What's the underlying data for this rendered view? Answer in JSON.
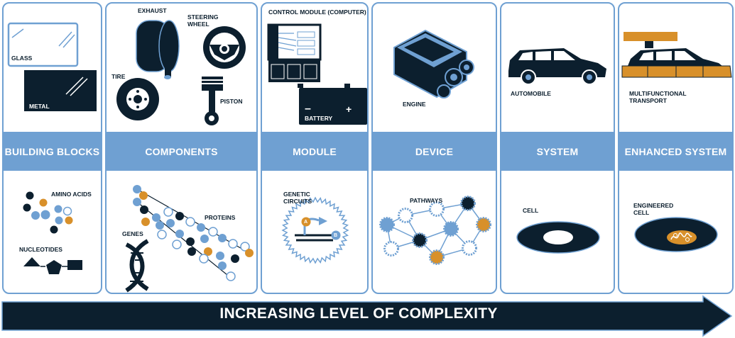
{
  "colors": {
    "navy": "#0c1f2e",
    "blue": "#6fa0d2",
    "orange": "#d8902a",
    "white": "#ffffff"
  },
  "columns": [
    {
      "id": "building-blocks",
      "title": "BUILDING BLOCKS",
      "top_labels": [
        "GLASS",
        "METAL"
      ],
      "bottom_labels": [
        "AMINO ACIDS",
        "NUCLEOTIDES"
      ]
    },
    {
      "id": "components",
      "title": "COMPONENTS",
      "top_labels": [
        "EXHAUST",
        "STEERING WHEEL",
        "TIRE",
        "PISTON"
      ],
      "bottom_labels": [
        "PROTEINS",
        "GENES"
      ]
    },
    {
      "id": "module",
      "title": "MODULE",
      "top_labels": [
        "CONTROL MODULE (COMPUTER)",
        "BATTERY"
      ],
      "bottom_labels": [
        "GENETIC CIRCUITS"
      ],
      "circuit_nodes": [
        "A",
        "B"
      ]
    },
    {
      "id": "device",
      "title": "DEVICE",
      "top_labels": [
        "ENGINE"
      ],
      "bottom_labels": [
        "PATHWAYS"
      ]
    },
    {
      "id": "system",
      "title": "SYSTEM",
      "top_labels": [
        "AUTOMOBILE"
      ],
      "bottom_labels": [
        "CELL"
      ]
    },
    {
      "id": "enhanced-system",
      "title": "ENHANCED SYSTEM",
      "top_labels": [
        "MULTIFUNCTIONAL TRANSPORT"
      ],
      "bottom_labels": [
        "ENGINEERED CELL"
      ]
    }
  ],
  "battery_symbols": [
    "–",
    "+"
  ],
  "arrow_label": "INCREASING LEVEL OF COMPLEXITY"
}
